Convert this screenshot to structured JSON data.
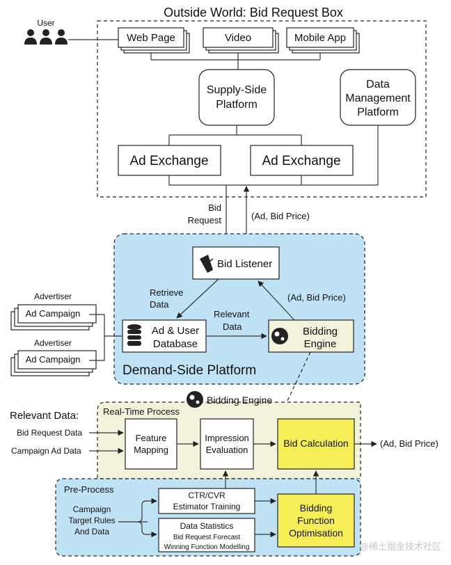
{
  "outside_world": {
    "title": "Outside World: Bid Request Box",
    "user_label": "User",
    "web_page": "Web Page",
    "video": "Video",
    "mobile_app": "Mobile App",
    "ssp": [
      "Supply-Side",
      "Platform"
    ],
    "dmp": [
      "Data",
      "Management",
      "Platform"
    ],
    "ad_exchange_1": "Ad Exchange",
    "ad_exchange_2": "Ad Exchange"
  },
  "flow": {
    "bid_request": [
      "Bid",
      "Request"
    ],
    "ad_bid_price": "(Ad, Bid Price)"
  },
  "dsp": {
    "title": "Demand-Side Platform",
    "bid_listener": "Bid Listener",
    "retrieve_data": [
      "Retrieve",
      "Data"
    ],
    "ad_user_db": [
      "Ad & User",
      "Database"
    ],
    "relevant_data": [
      "Relevant",
      "Data"
    ],
    "bidding_engine": [
      "Bidding",
      "Engine"
    ],
    "ad_bid_price": "(Ad, Bid Price)"
  },
  "advertisers": [
    {
      "label": "Advertiser",
      "campaign": "Ad Campaign"
    },
    {
      "label": "Advertiser",
      "campaign": "Ad Campaign"
    }
  ],
  "engine_detail": {
    "title": "Bidding Engine",
    "relevant_data_label": "Relevant Data:",
    "inputs": [
      "Bid Request Data",
      "Campaign Ad Data"
    ],
    "realtime_label": "Real-Time Process",
    "feature_mapping": [
      "Feature",
      "Mapping"
    ],
    "impression_eval": [
      "Impression",
      "Evaluation"
    ],
    "bid_calculation": "Bid Calculation",
    "output": "(Ad, Bid Price)",
    "preprocess_label": "Pre-Process",
    "campaign_rules": [
      "Campaign",
      "Target Rules",
      "And Data"
    ],
    "ctr_cvr": [
      "CTR/CVR",
      "Estimator Training"
    ],
    "data_stats_title": "Data Statistics",
    "data_stats_items": [
      "Bid Request Forecast",
      "Winning Function Modelling"
    ],
    "bidding_function": [
      "Bidding",
      "Function",
      "Optimisation"
    ]
  },
  "watermark": "@稀土掘金技术社区",
  "colors": {
    "dsp_fill": "#bfe2f5",
    "realtime_fill": "#f3f3dc",
    "yellow_box": "#f6ee57"
  }
}
